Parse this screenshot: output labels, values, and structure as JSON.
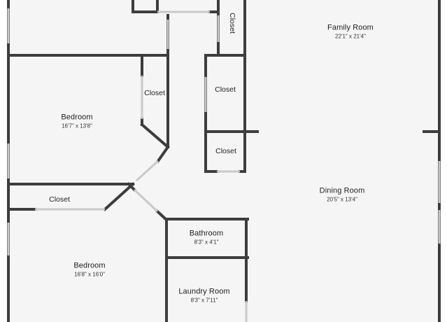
{
  "colors": {
    "floor": "#f5f5f5",
    "wall": "#3d3d3d",
    "window": "#c9c9c9"
  },
  "rooms": {
    "family_room": {
      "name": "Family Room",
      "dims": "22'1\" x 21'4\""
    },
    "dining_room": {
      "name": "Dining Room",
      "dims": "20'5\" x 13'4\""
    },
    "bedroom_upper": {
      "name": "Bedroom",
      "dims": "16'7\" x 13'8\""
    },
    "bedroom_lower": {
      "name": "Bedroom",
      "dims": "16'8\" x 16'0\""
    },
    "bathroom": {
      "name": "Bathroom",
      "dims": "8'3\" x 4'1\""
    },
    "laundry_room": {
      "name": "Laundry Room",
      "dims": "8'3\" x 7'11\""
    }
  },
  "closets": {
    "closet_top_vertical": "Closet",
    "closet_bedroom": "Closet",
    "closet_hall_upper": "Closet",
    "closet_hall_lower": "Closet",
    "closet_bottom_left": "Closet"
  }
}
